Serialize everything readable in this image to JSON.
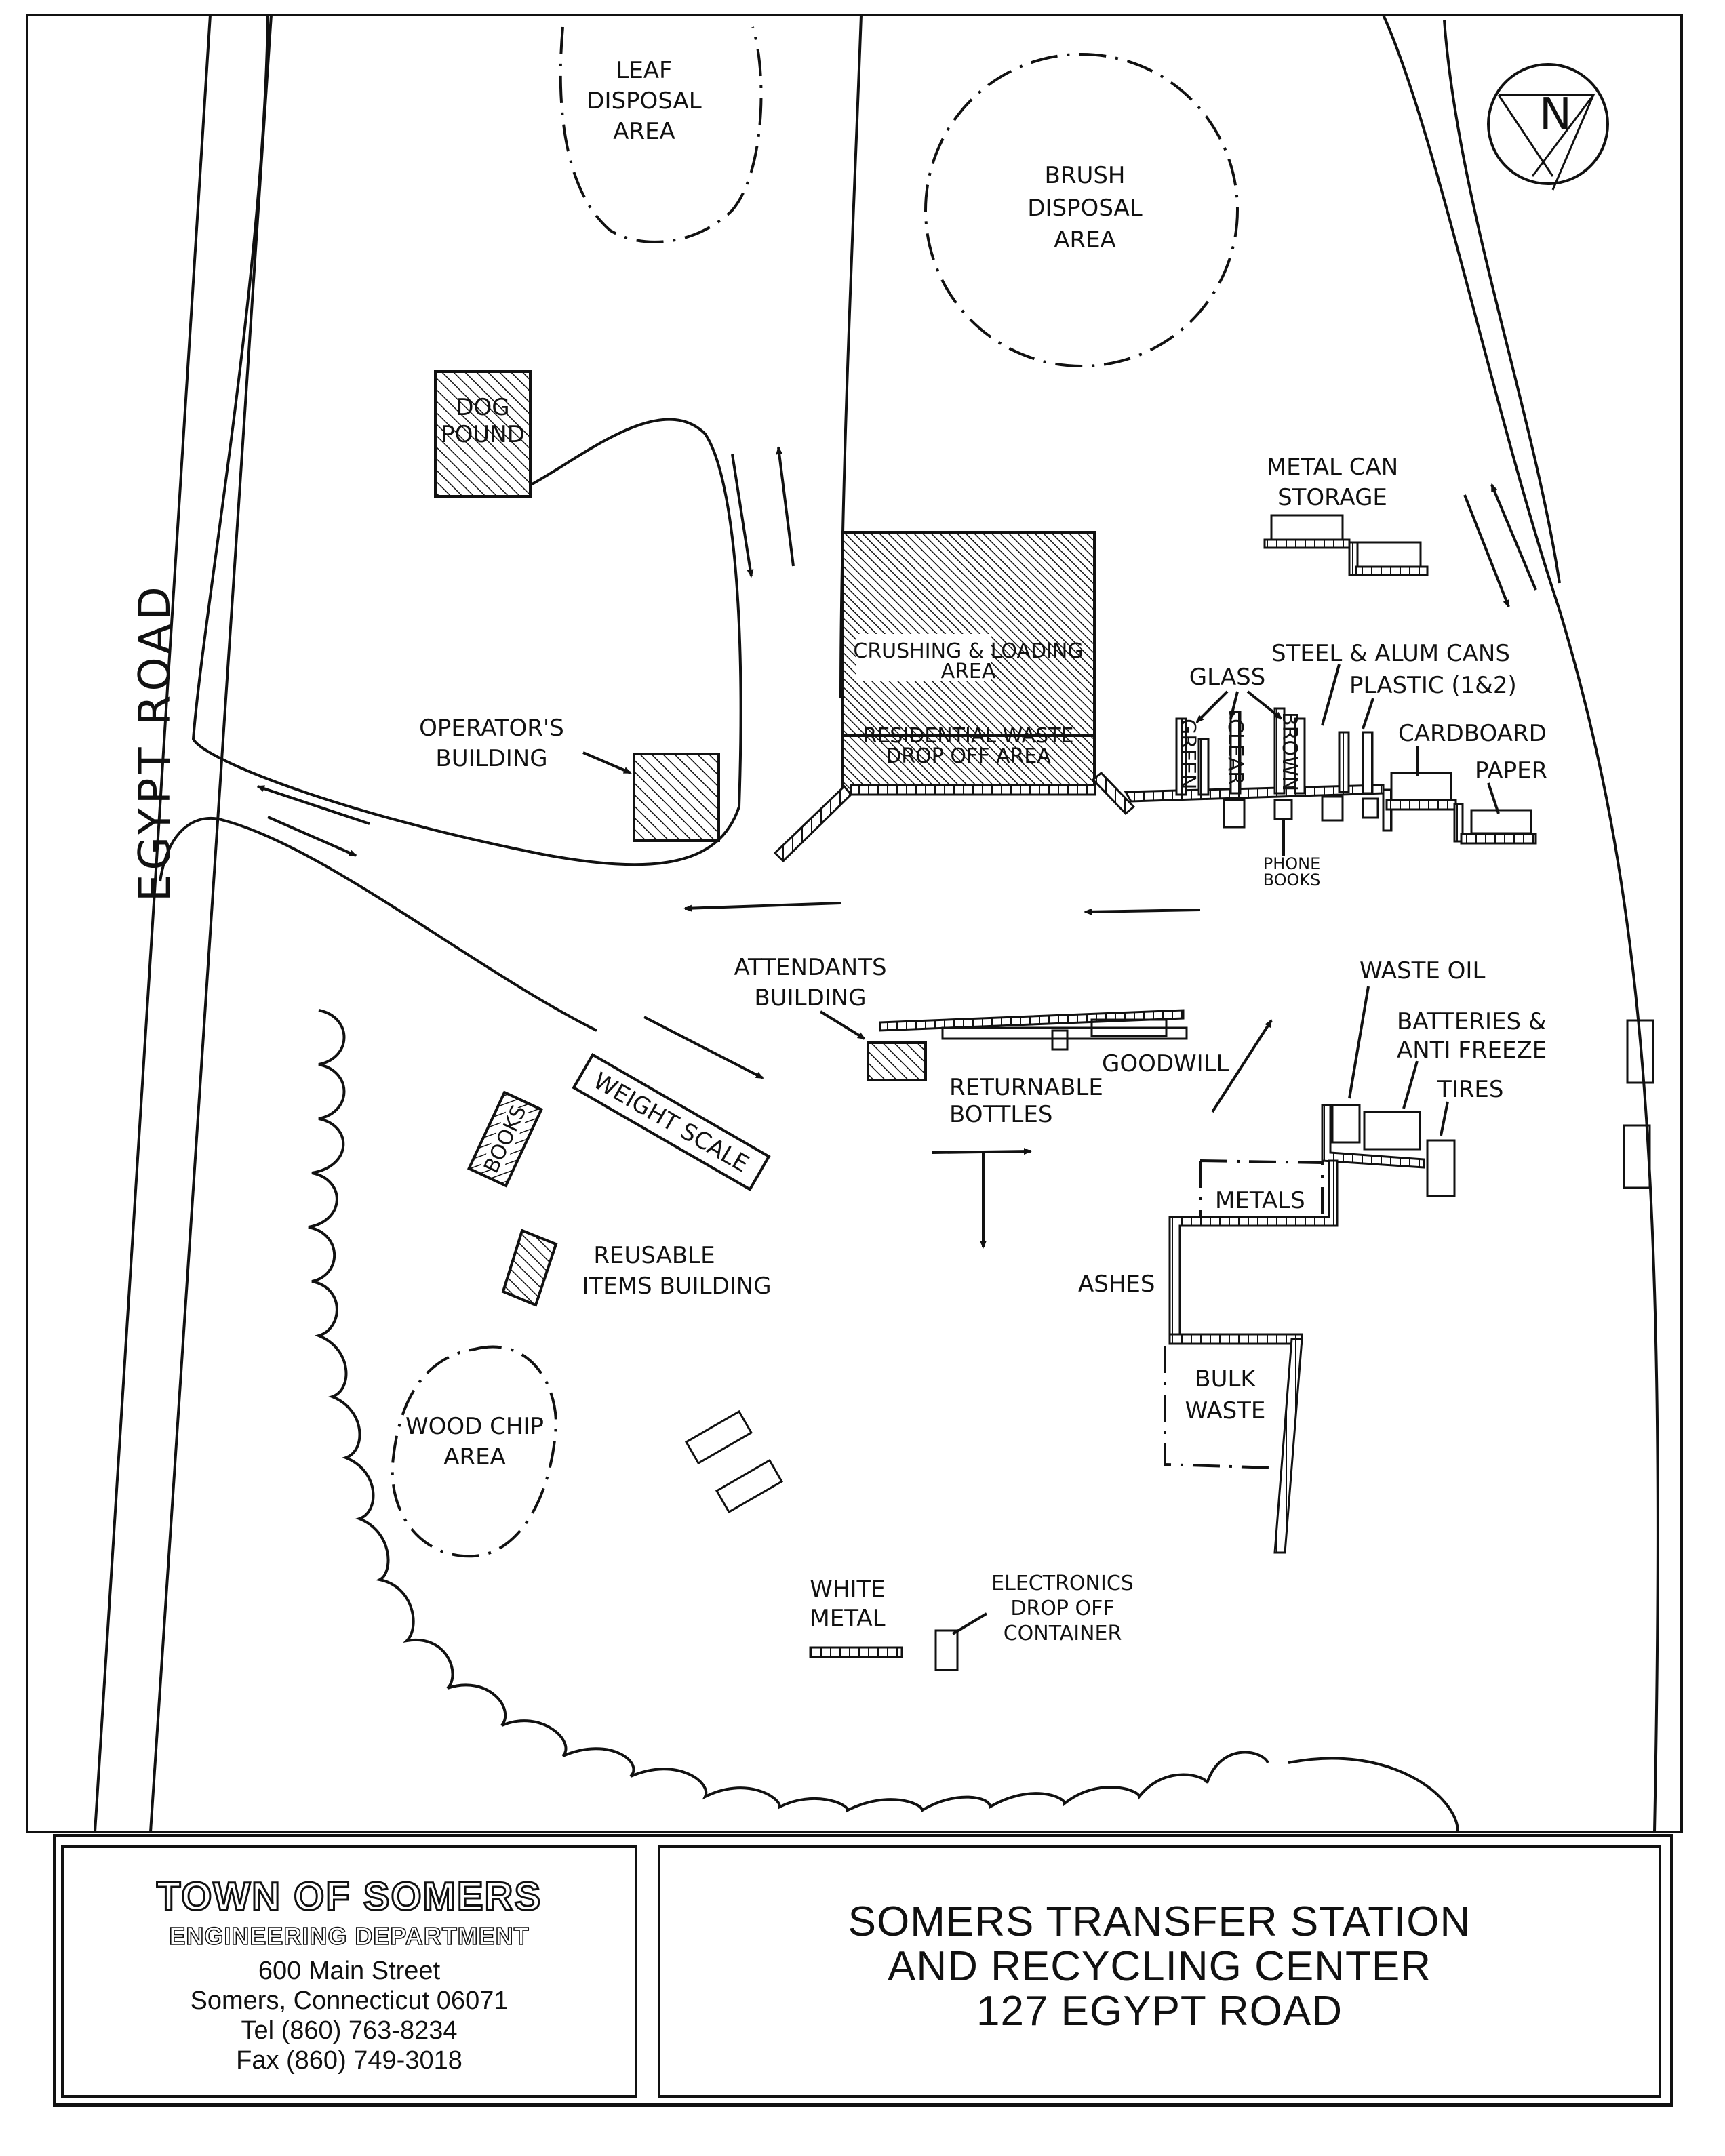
{
  "map": {
    "road_name": "EGYPT ROAD",
    "north_label": "N",
    "labels": {
      "leaf": [
        "LEAF",
        "DISPOSAL",
        "AREA"
      ],
      "brush": [
        "BRUSH",
        "DISPOSAL",
        "AREA"
      ],
      "dog_pound": [
        "DOG",
        "POUND"
      ],
      "metal_can_storage": [
        "METAL CAN",
        "STORAGE"
      ],
      "crushing": [
        "CRUSHING & LOADING",
        "AREA"
      ],
      "residential": [
        "RESIDENTIAL WASTE",
        "DROP OFF AREA"
      ],
      "operators": [
        "OPERATOR'S",
        "BUILDING"
      ],
      "glass": "GLASS",
      "green": "GREEN",
      "clear": "CLEAR",
      "brown": "BROWN",
      "steel_alum": "STEEL & ALUM CANS",
      "plastic": "PLASTIC (1&2)",
      "cardboard": "CARDBOARD",
      "paper": "PAPER",
      "phone_books": [
        "PHONE",
        "BOOKS"
      ],
      "attendants": [
        "ATTENDANTS",
        "BUILDING"
      ],
      "goodwill": "GOODWILL",
      "returnable": [
        "RETURNABLE",
        "BOTTLES"
      ],
      "waste_oil": "WASTE OIL",
      "batteries": [
        "BATTERIES &",
        "ANTI FREEZE"
      ],
      "tires": "TIRES",
      "weight_scale": "WEIGHT SCALE",
      "books": "BOOKS",
      "reusable": [
        "REUSABLE",
        "ITEMS BUILDING"
      ],
      "metals": "METALS",
      "ashes": "ASHES",
      "bulk": [
        "BULK",
        "WASTE"
      ],
      "wood_chip": [
        "WOOD CHIP",
        "AREA"
      ],
      "white_metal": [
        "WHITE",
        "METAL"
      ],
      "electronics": [
        "ELECTRONICS",
        "DROP OFF",
        "CONTAINER"
      ]
    }
  },
  "title_block": {
    "org": "TOWN OF SOMERS",
    "dept": "ENGINEERING DEPARTMENT",
    "address1": "600 Main Street",
    "address2": "Somers, Connecticut  06071",
    "tel": "Tel (860) 763-8234",
    "fax": "Fax (860) 749-3018",
    "title1": "SOMERS TRANSFER STATION",
    "title2": "AND RECYCLING CENTER",
    "title3": "127 EGYPT ROAD"
  }
}
